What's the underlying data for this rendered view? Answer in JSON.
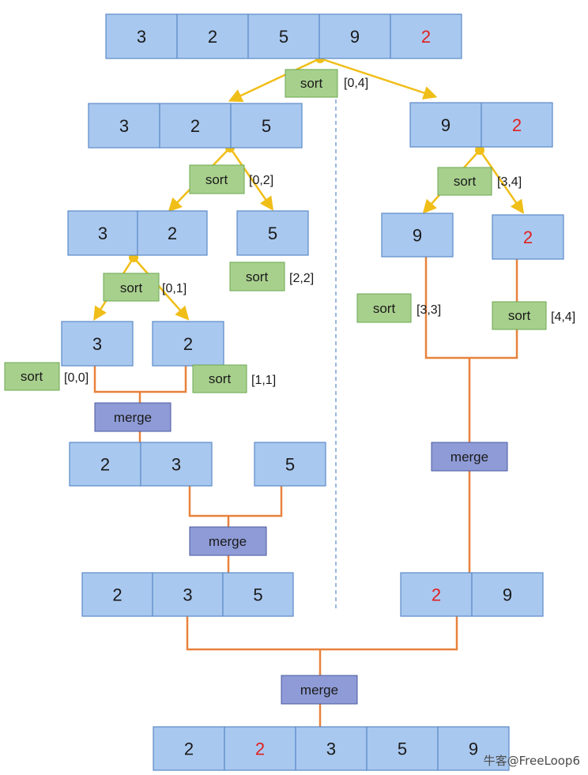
{
  "colors": {
    "cell_fill": "#a9c8ef",
    "cell_stroke": "#5b8ac7",
    "red_digit": "#e02020",
    "sort_fill": "#a8d08d",
    "sort_stroke": "#6aa84f",
    "merge_fill": "#8e9bd6",
    "merge_stroke": "#4a5aa0",
    "split_arrow": "#f0be18",
    "merge_line": "#e8823c",
    "divider": "#5b8ac7"
  },
  "labels": {
    "sort": "sort",
    "merge": "merge"
  },
  "arrays": {
    "root": [
      {
        "v": "3"
      },
      {
        "v": "2"
      },
      {
        "v": "5"
      },
      {
        "v": "9"
      },
      {
        "v": "2",
        "red": true
      }
    ],
    "a02": [
      {
        "v": "3"
      },
      {
        "v": "2"
      },
      {
        "v": "5"
      }
    ],
    "a34": [
      {
        "v": "9"
      },
      {
        "v": "2",
        "red": true
      }
    ],
    "a01": [
      {
        "v": "3"
      },
      {
        "v": "2"
      }
    ],
    "a22": [
      {
        "v": "5"
      }
    ],
    "a33": [
      {
        "v": "9"
      }
    ],
    "a44": [
      {
        "v": "2",
        "red": true
      }
    ],
    "a00": [
      {
        "v": "3"
      }
    ],
    "a11": [
      {
        "v": "2"
      }
    ],
    "m01": [
      {
        "v": "2"
      },
      {
        "v": "3"
      }
    ],
    "m22": [
      {
        "v": "5"
      }
    ],
    "m02": [
      {
        "v": "2"
      },
      {
        "v": "3"
      },
      {
        "v": "5"
      }
    ],
    "m34": [
      {
        "v": "2",
        "red": true
      },
      {
        "v": "9"
      }
    ],
    "final": [
      {
        "v": "2"
      },
      {
        "v": "2",
        "red": true
      },
      {
        "v": "3"
      },
      {
        "v": "5"
      },
      {
        "v": "9"
      }
    ]
  },
  "ranges": {
    "r04": "[0,4]",
    "r02": "[0,2]",
    "r34": "[3,4]",
    "r01": "[0,1]",
    "r22": "[2,2]",
    "r33": "[3,3]",
    "r44": "[4,4]",
    "r00": "[0,0]",
    "r11": "[1,1]"
  },
  "watermark": "牛客@FreeLoop6"
}
